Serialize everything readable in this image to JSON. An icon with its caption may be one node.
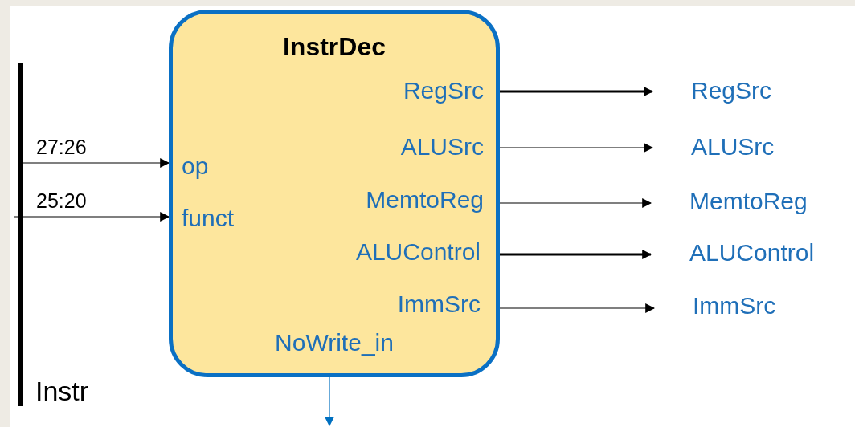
{
  "diagram": {
    "nodes": [
      {
        "text": [],
        "shape": "bar"
      },
      {
        "text": [
          "InstrDec",
          "op",
          "funct",
          "RegSrc",
          "ALUSrc",
          "MemtoReg",
          "ALUControl",
          "ImmSrc",
          "NoWrite_in"
        ]
      },
      {
        "text": [
          "RegSrc"
        ]
      },
      {
        "text": [
          "ALUSrc"
        ]
      },
      {
        "text": [
          "MemtoReg"
        ]
      },
      {
        "text": [
          "ALUControl"
        ]
      },
      {
        "text": [
          "ImmSrc"
        ]
      }
    ],
    "edges": [
      {
        "from": 0,
        "to": 1,
        "arrow": "to",
        "label": "27:26"
      },
      {
        "from": 0,
        "to": 1,
        "arrow": "to",
        "label": "25:20"
      },
      {
        "from": 1,
        "to": 2,
        "arrow": "to",
        "style": "thick"
      },
      {
        "from": 1,
        "to": 3,
        "arrow": "to"
      },
      {
        "from": 1,
        "to": 4,
        "arrow": "to"
      },
      {
        "from": 1,
        "to": 5,
        "arrow": "to",
        "style": "thick"
      },
      {
        "from": 1,
        "to": 6,
        "arrow": "to"
      },
      {
        "from": 1,
        "to": null,
        "arrow": "to",
        "color": "#0070c0"
      }
    ],
    "labels": [
      "Instr"
    ]
  }
}
